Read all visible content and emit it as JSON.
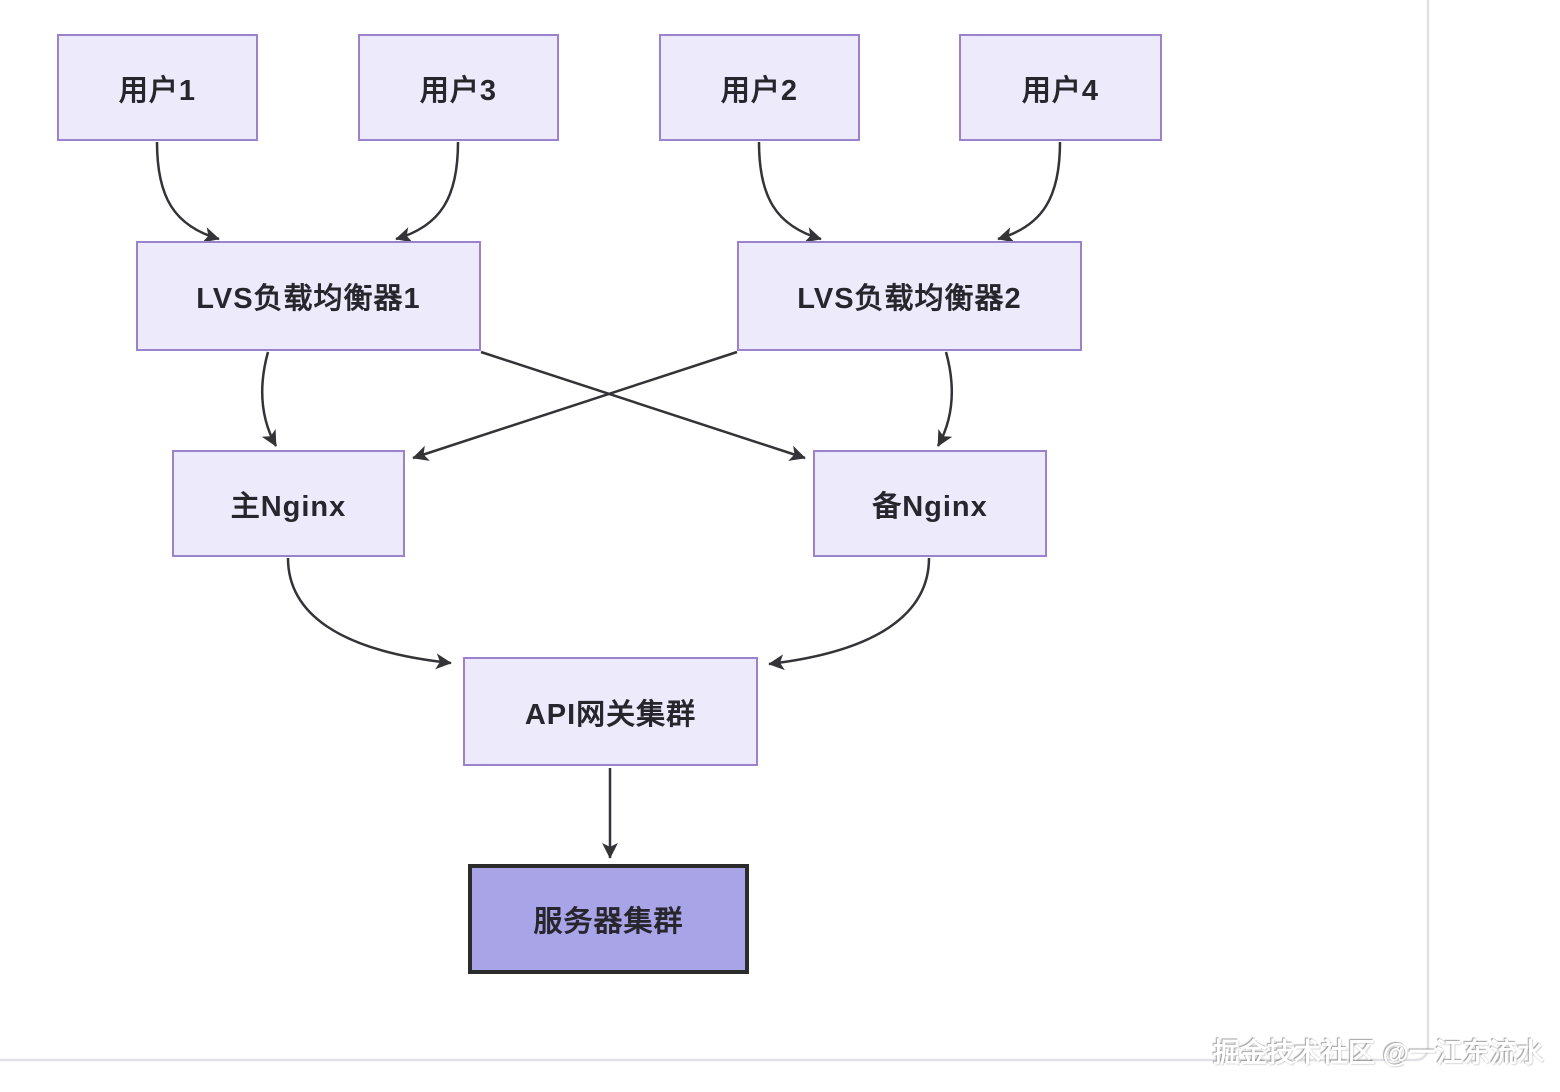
{
  "nodes": [
    {
      "id": "user1",
      "label": "用户1"
    },
    {
      "id": "user3",
      "label": "用户3"
    },
    {
      "id": "user2",
      "label": "用户2"
    },
    {
      "id": "user4",
      "label": "用户4"
    },
    {
      "id": "lvs1",
      "label": "LVS负载均衡器1"
    },
    {
      "id": "lvs2",
      "label": "LVS负载均衡器2"
    },
    {
      "id": "nginx-primary",
      "label": "主Nginx"
    },
    {
      "id": "nginx-backup",
      "label": "备Nginx"
    },
    {
      "id": "api-gateway",
      "label": "API网关集群"
    },
    {
      "id": "server-cluster",
      "label": "服务器集群"
    }
  ],
  "edges": [
    {
      "from": "user1",
      "to": "lvs1"
    },
    {
      "from": "user3",
      "to": "lvs1"
    },
    {
      "from": "user2",
      "to": "lvs2"
    },
    {
      "from": "user4",
      "to": "lvs2"
    },
    {
      "from": "lvs1",
      "to": "nginx-primary"
    },
    {
      "from": "lvs1",
      "to": "nginx-backup"
    },
    {
      "from": "lvs2",
      "to": "nginx-primary"
    },
    {
      "from": "lvs2",
      "to": "nginx-backup"
    },
    {
      "from": "nginx-primary",
      "to": "api-gateway"
    },
    {
      "from": "nginx-backup",
      "to": "api-gateway"
    },
    {
      "from": "api-gateway",
      "to": "server-cluster"
    }
  ],
  "watermark": {
    "text": "掘金技术社区 @一江东流水"
  },
  "colors": {
    "node_fill": "#eceafb",
    "node_border": "#9a82cd",
    "dark_node_fill": "#a9a3e8",
    "dark_node_border": "#2b2b2b",
    "arrow": "#333338",
    "canvas_edge": "#e2e2e6"
  }
}
